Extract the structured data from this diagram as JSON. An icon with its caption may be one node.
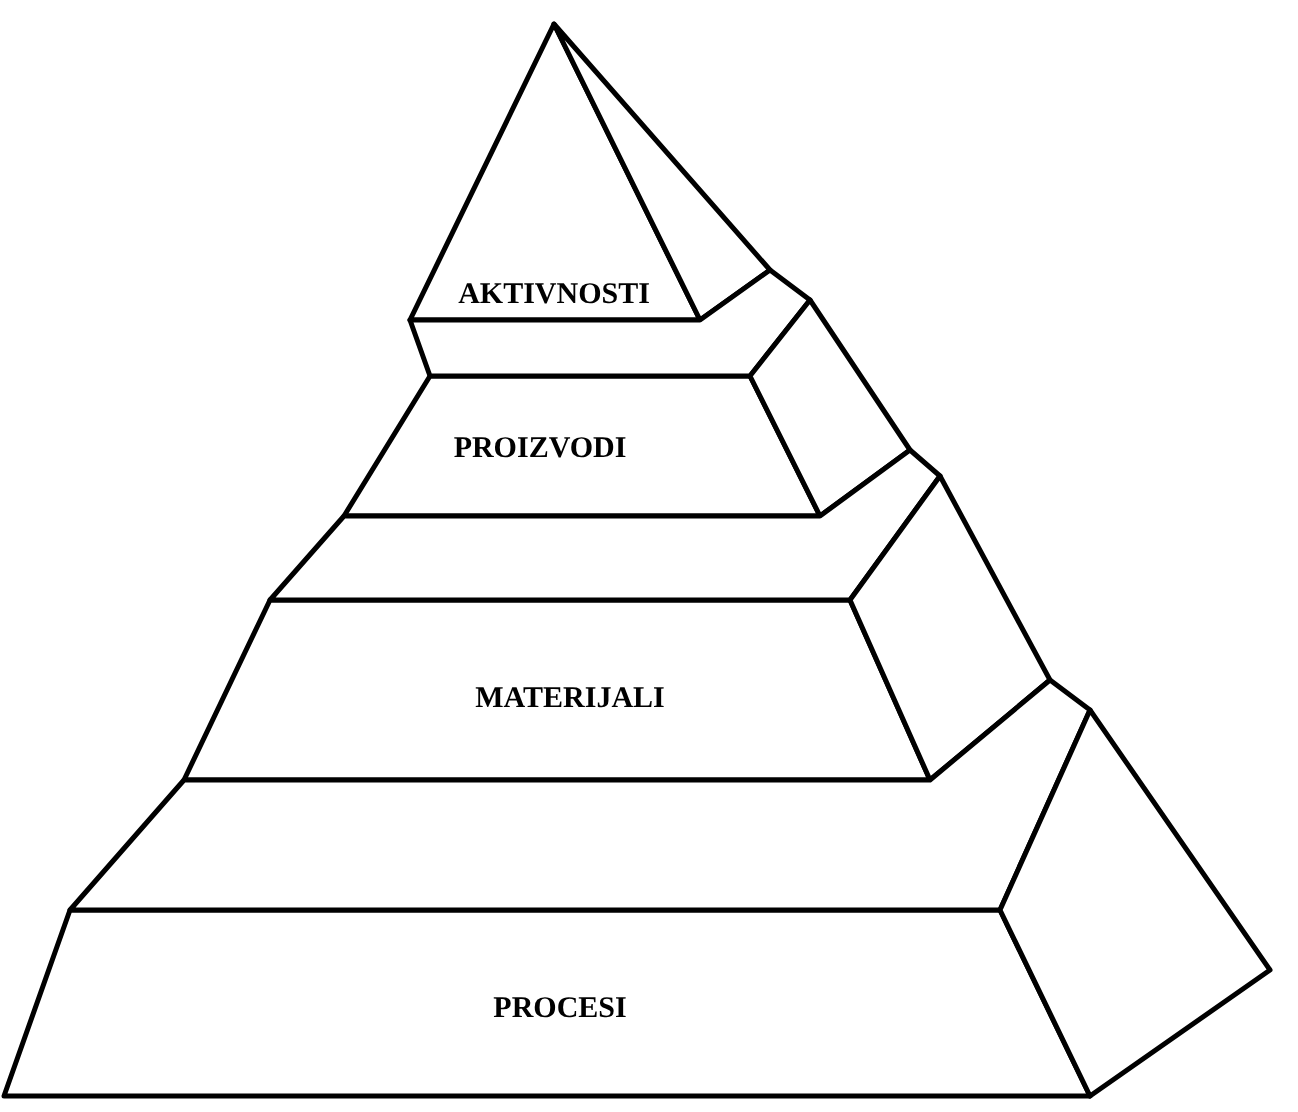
{
  "diagram": {
    "nodes": [
      {
        "text": [
          "AKTIVNOSTI"
        ]
      },
      {
        "text": [
          "PROIZVODI"
        ]
      },
      {
        "text": [
          "MATERIJALI"
        ]
      },
      {
        "text": [
          "PROCESI"
        ]
      }
    ]
  }
}
